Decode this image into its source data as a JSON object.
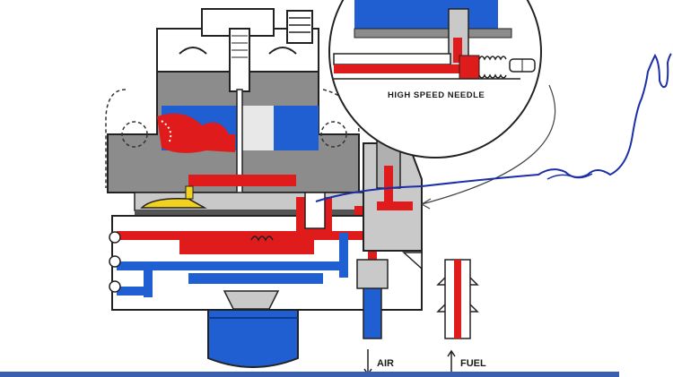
{
  "diagram": {
    "labels": {
      "inset": "HIGH SPEED NEEDLE",
      "air": "AIR",
      "fuel": "FUEL"
    },
    "colors": {
      "fuel_red": "#e01b1b",
      "air_blue": "#1f5fd1",
      "body_gray": "#8a8a8a",
      "light_gray": "#d9d9d9",
      "primer_yellow": "#f2d21f",
      "annotation_ink": "#1d2fa8",
      "bottom_bar": "#3b5fb0"
    }
  }
}
